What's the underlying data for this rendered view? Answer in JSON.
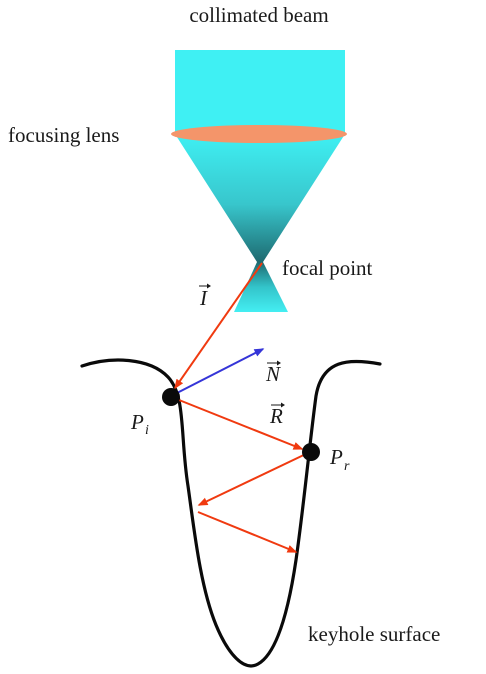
{
  "labels": {
    "beam": "collimated beam",
    "lens": "focusing lens",
    "focal": "focal point",
    "keyhole": "keyhole surface"
  },
  "symbols": {
    "incident": "I",
    "normal": "N",
    "reflected": "R",
    "point_i": "P",
    "point_i_sub": "i",
    "point_r": "P",
    "point_r_sub": "r"
  },
  "colors": {
    "beam": "#33e8ec",
    "beam_dark": "#1e6a70",
    "lens": "#f4956a",
    "ray": "#f03a10",
    "normal": "#3535d8",
    "surface": "#0a0a0a"
  }
}
